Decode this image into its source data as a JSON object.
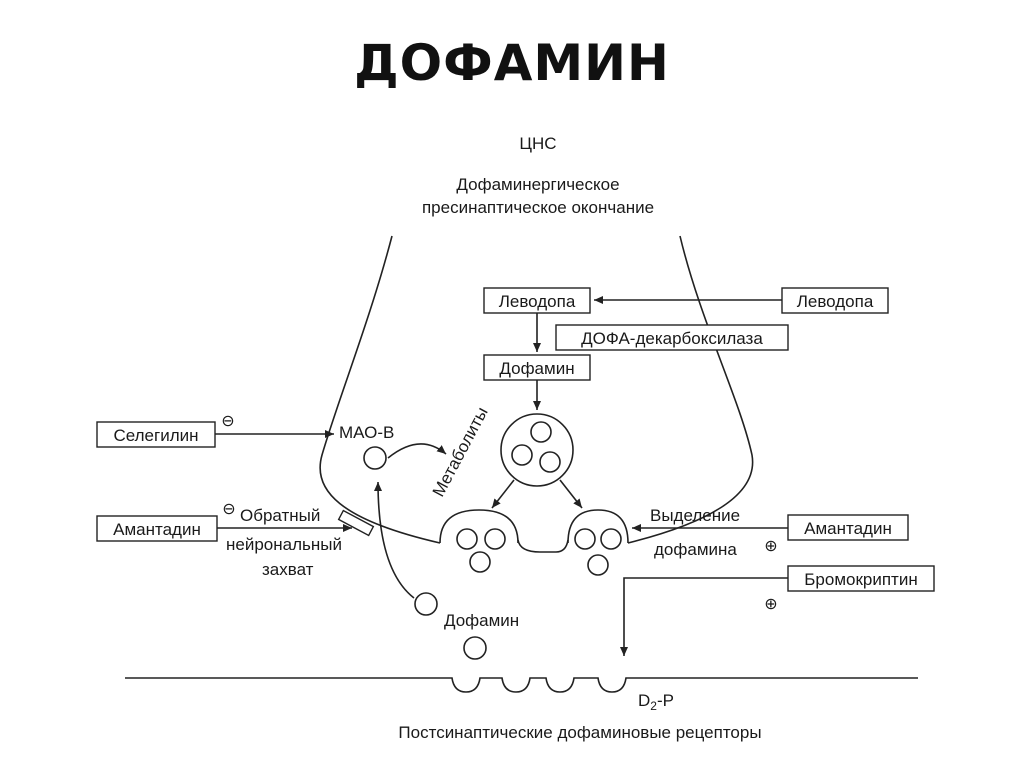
{
  "title": "ДОФАМИН",
  "diagram": {
    "cns": "ЦНС",
    "terminal_line1": "Дофаминергическое",
    "terminal_line2": "пресинаптическое окончание",
    "levodopa_inner": "Леводопа",
    "levodopa_outer": "Леводопа",
    "decarboxylase": "ДОФА-декарбоксилаза",
    "dopamine_box": "Дофамин",
    "maob": "МАО-В",
    "metabolites": "Метаболиты",
    "selegiline": "Селегилин",
    "amantadine_left": "Амантадин",
    "amantadine_right": "Амантадин",
    "bromocriptine": "Бромокриптин",
    "reuptake_line1": "Обратный",
    "reuptake_line2": "нейрональный",
    "reuptake_line3": "захват",
    "release_line1": "Выделение",
    "release_line2": "дофамина",
    "dopamine_cleft": "Дофамин",
    "d2p": "D",
    "d2p_sub": "2",
    "d2p_tail": "-P",
    "receptors": "Постсинаптические дофаминовые рецепторы",
    "minus_sign": "⊖",
    "plus_sign": "⊕"
  }
}
